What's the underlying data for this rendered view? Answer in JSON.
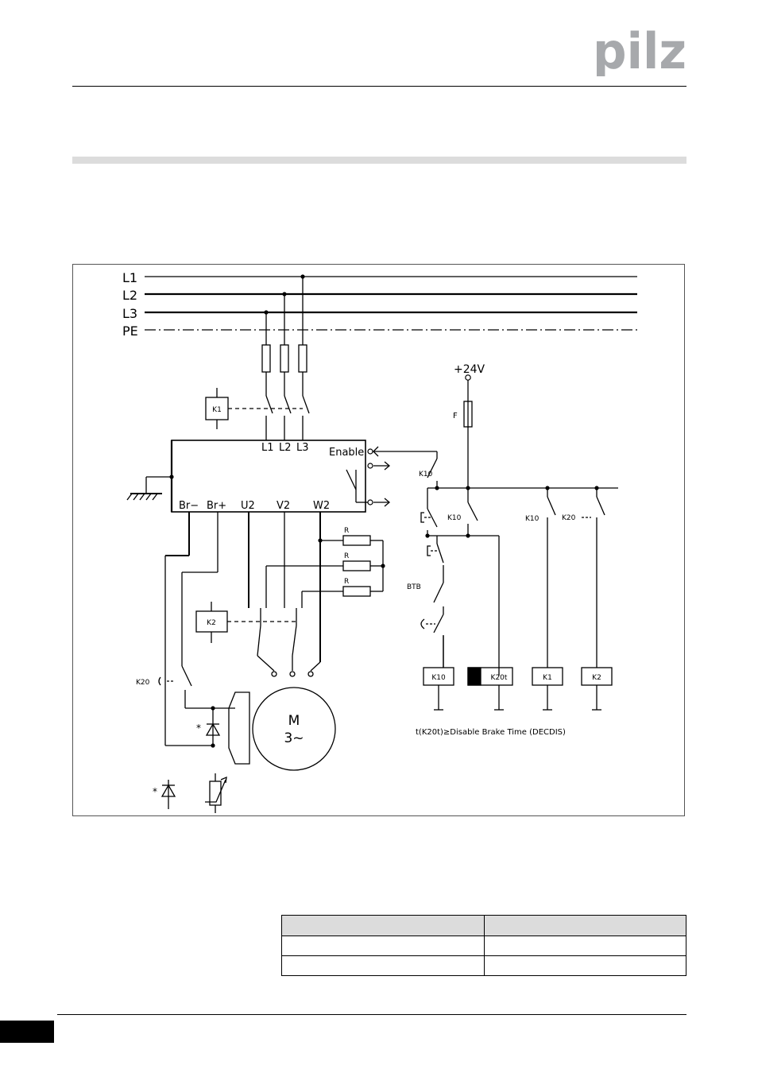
{
  "brand": {
    "logo_text": "pilz",
    "color": "#a7a9ac"
  },
  "diagram": {
    "mains": {
      "l1": "L1",
      "l2": "L2",
      "l3": "L3",
      "pe": "PE"
    },
    "supply": "+24V",
    "fuse": "F",
    "drive": {
      "in_l1": "L1",
      "in_l2": "L2",
      "in_l3": "L3",
      "enable": "Enable",
      "br_minus": "Br−",
      "br_plus": "Br+",
      "u2": "U2",
      "v2": "V2",
      "w2": "W2"
    },
    "resistor": "R",
    "motor": {
      "line1": "M",
      "line2": "3~"
    },
    "contactors": {
      "k1": "K1",
      "k2": "K2",
      "k10": "K10",
      "k20": "K20",
      "k20t": "K20t",
      "btb": "BTB"
    },
    "diode_mark": "*",
    "note": "t(K20t)≥Disable Brake Time (DECDIS)"
  },
  "table": {
    "headers": [
      "",
      ""
    ],
    "rows": [
      [
        "",
        ""
      ],
      [
        "",
        ""
      ]
    ]
  }
}
